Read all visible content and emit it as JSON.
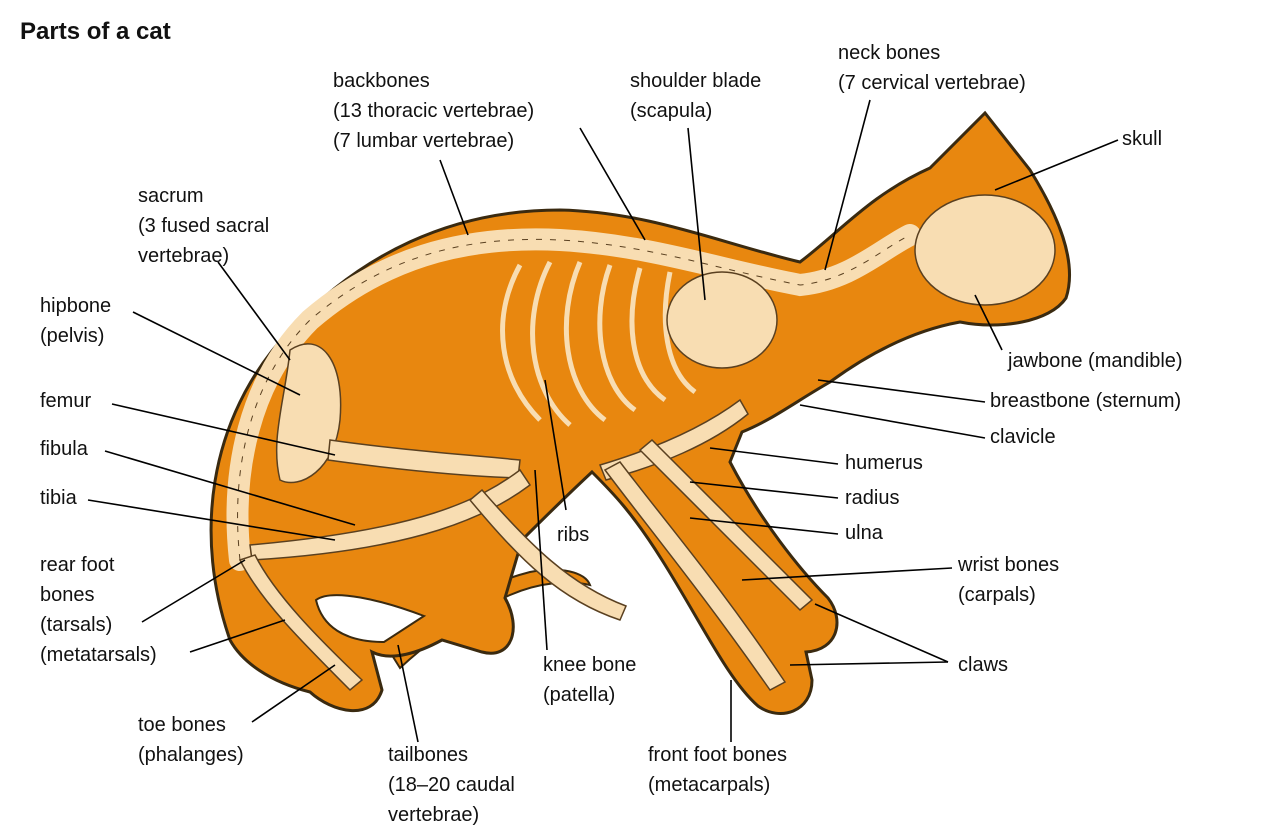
{
  "title": "Parts of a cat",
  "colors": {
    "fur": "#e8870f",
    "outline": "#3a2a10",
    "bone": "#f8ddb2",
    "bone_outline": "#5a4020"
  },
  "labels": {
    "backbones": [
      "backbones",
      "(13 thoracic vertebrae)",
      "(7 lumbar vertebrae)"
    ],
    "shoulder_blade": [
      "shoulder blade",
      "(scapula)"
    ],
    "neck_bones": [
      "neck bones",
      "(7 cervical vertebrae)"
    ],
    "skull": [
      "skull"
    ],
    "sacrum": [
      "sacrum",
      "(3 fused sacral",
      "vertebrae)"
    ],
    "hipbone": [
      "hipbone",
      "(pelvis)"
    ],
    "femur": [
      "femur"
    ],
    "fibula": [
      "fibula"
    ],
    "tibia": [
      "tibia"
    ],
    "rear_foot_bones": [
      "rear foot",
      "bones",
      "(tarsals)",
      "(metatarsals)"
    ],
    "toe_bones": [
      "toe bones",
      "(phalanges)"
    ],
    "tailbones": [
      "tailbones",
      "(18–20 caudal",
      "vertebrae)"
    ],
    "knee_bone": [
      "knee bone",
      "(patella)"
    ],
    "ribs": [
      "ribs"
    ],
    "front_foot_bones": [
      "front foot bones",
      "(metacarpals)"
    ],
    "jawbone": [
      "jawbone (mandible)"
    ],
    "breastbone": [
      "breastbone (sternum)"
    ],
    "clavicle": [
      "clavicle"
    ],
    "humerus": [
      "humerus"
    ],
    "radius": [
      "radius"
    ],
    "ulna": [
      "ulna"
    ],
    "wrist_bones": [
      "wrist bones",
      "(carpals)"
    ],
    "claws": [
      "claws"
    ]
  }
}
